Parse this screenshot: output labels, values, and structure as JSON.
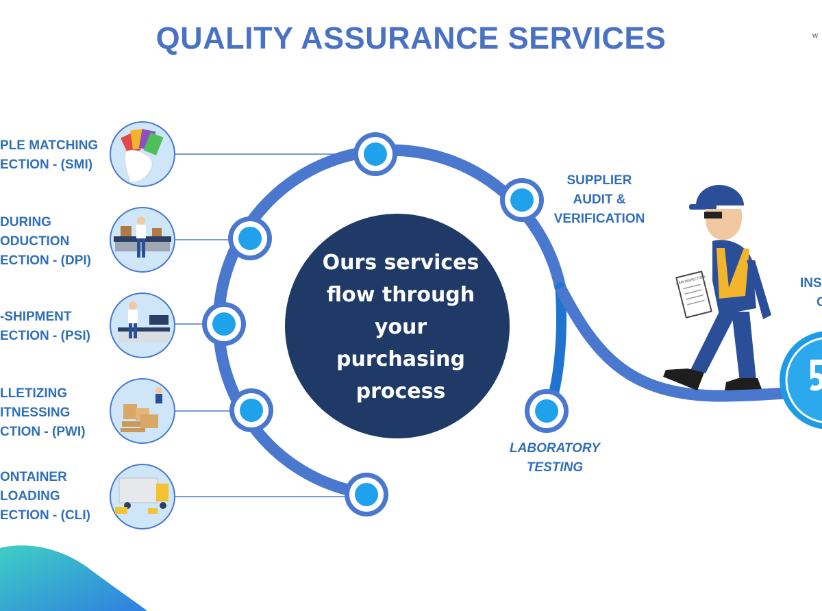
{
  "title": "QUALITY ASSURANCE SERVICES",
  "corner_text": "w",
  "center_text": [
    "Ours services",
    "flow through",
    "your",
    "purchasing",
    "process"
  ],
  "services": [
    {
      "lines": [
        "PLE MATCHING",
        "ECTION - (SMI)"
      ],
      "icon": "color-swatches-icon"
    },
    {
      "lines": [
        "DURING",
        "ODUCTION",
        "ECTION - (DPI)"
      ],
      "icon": "production-worker-icon"
    },
    {
      "lines": [
        "-SHIPMENT",
        "ECTION - (PSI)"
      ],
      "icon": "shipment-inspection-icon"
    },
    {
      "lines": [
        "LLETIZING",
        "ITNESSING",
        "CTION - (PWI)"
      ],
      "icon": "pallet-boxes-icon"
    },
    {
      "lines": [
        "ONTAINER",
        "LOADING",
        "ECTION - (CLI)"
      ],
      "icon": "container-truck-icon"
    }
  ],
  "supplier_audit": [
    "SUPPLIER",
    "AUDIT &",
    "VERIFICATION"
  ],
  "laboratory": [
    "LABORATORY",
    "TESTING"
  ],
  "partial_right": [
    "INS",
    "C"
  ],
  "clipboard_text": "ITEM INSPECTION",
  "colors": {
    "title": "#4a72c4",
    "ring": "#4a78cf",
    "center": "#1f3a66",
    "node": "#1fa1ec",
    "label": "#2f6fb8"
  }
}
